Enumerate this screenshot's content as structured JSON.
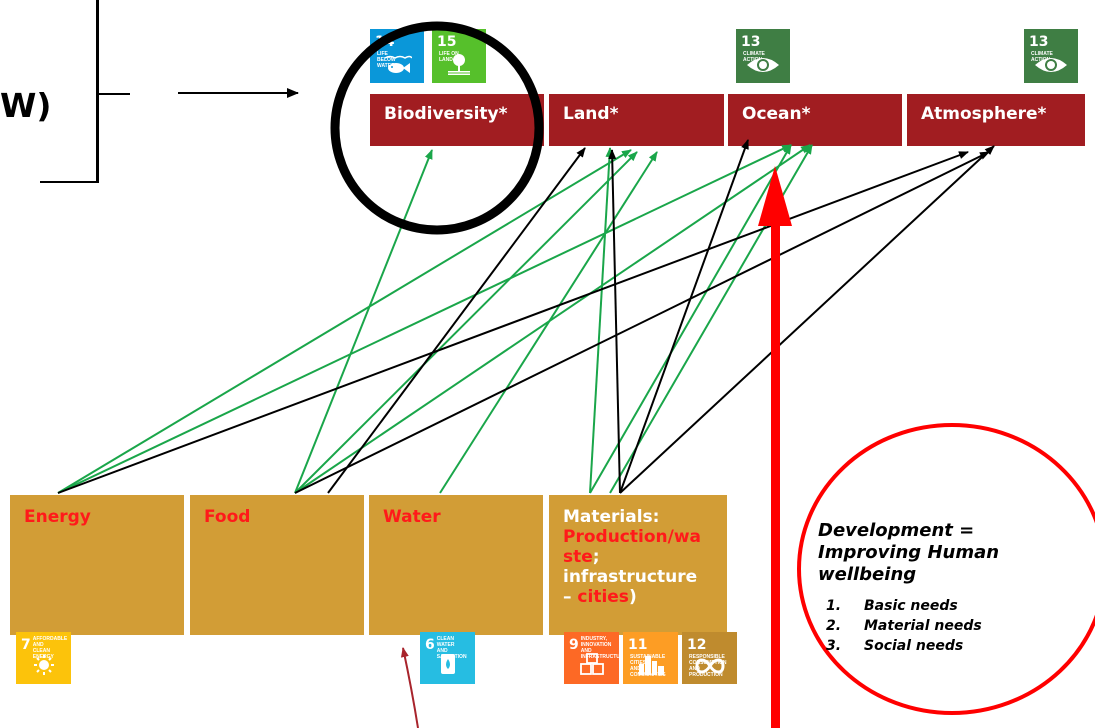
{
  "partial_title": "W)",
  "systems": [
    {
      "label": "Biodiversity*"
    },
    {
      "label": "Land*"
    },
    {
      "label": "Ocean*"
    },
    {
      "label": "Atmosphere*"
    }
  ],
  "sectors": {
    "energy": "Energy",
    "food": "Food",
    "water": "Water",
    "materials_title": "Materials:",
    "materials_production": "Production/wa",
    "materials_production2": "ste",
    "materials_semicolon": ";",
    "materials_infra1": "infrastructure",
    "materials_dash": "– ",
    "materials_cities": "cities",
    "materials_paren": ")"
  },
  "sdg_icons": [
    {
      "num": "14",
      "label": "LIFE BELOW WATER",
      "icon": "fish-icon",
      "color": "#0a97d9"
    },
    {
      "num": "15",
      "label": "LIFE ON LAND",
      "icon": "tree-icon",
      "color": "#56c02b"
    },
    {
      "num": "13",
      "label": "CLIMATE ACTION",
      "icon": "eye-globe-icon",
      "color": "#3f7e44"
    },
    {
      "num": "13",
      "label": "CLIMATE ACTION",
      "icon": "eye-globe-icon",
      "color": "#3f7e44"
    },
    {
      "num": "7",
      "label": "AFFORDABLE AND CLEAN ENERGY",
      "icon": "sun-icon",
      "color": "#fcc30b"
    },
    {
      "num": "6",
      "label": "CLEAN WATER AND SANITATION",
      "icon": "water-drop-icon",
      "color": "#26bde2"
    },
    {
      "num": "9",
      "label": "INDUSTRY, INNOVATION AND INFRASTRUCTURE",
      "icon": "cubes-icon",
      "color": "#fd6925"
    },
    {
      "num": "11",
      "label": "SUSTAINABLE CITIES AND COMMUNITIES",
      "icon": "city-icon",
      "color": "#fd9d24"
    },
    {
      "num": "12",
      "label": "RESPONSIBLE CONSUMPTION AND PRODUCTION",
      "icon": "infinity-icon",
      "color": "#bf8b2e"
    }
  ],
  "development": {
    "title_line1": "Development =",
    "title_line2": "Improving Human",
    "title_line3": "wellbeing",
    "items": [
      {
        "marker": "1.",
        "text": "Basic needs"
      },
      {
        "marker": "2.",
        "text": "Material needs"
      },
      {
        "marker": "3.",
        "text": "Social needs"
      }
    ]
  },
  "colors": {
    "system_box": "#a11d21",
    "sector_box": "#d29d36",
    "green_arrow": "#1aa64a",
    "black_arrow": "#000000",
    "red_arrow": "#ff0000",
    "dark_red_arrow": "#a8242c"
  }
}
